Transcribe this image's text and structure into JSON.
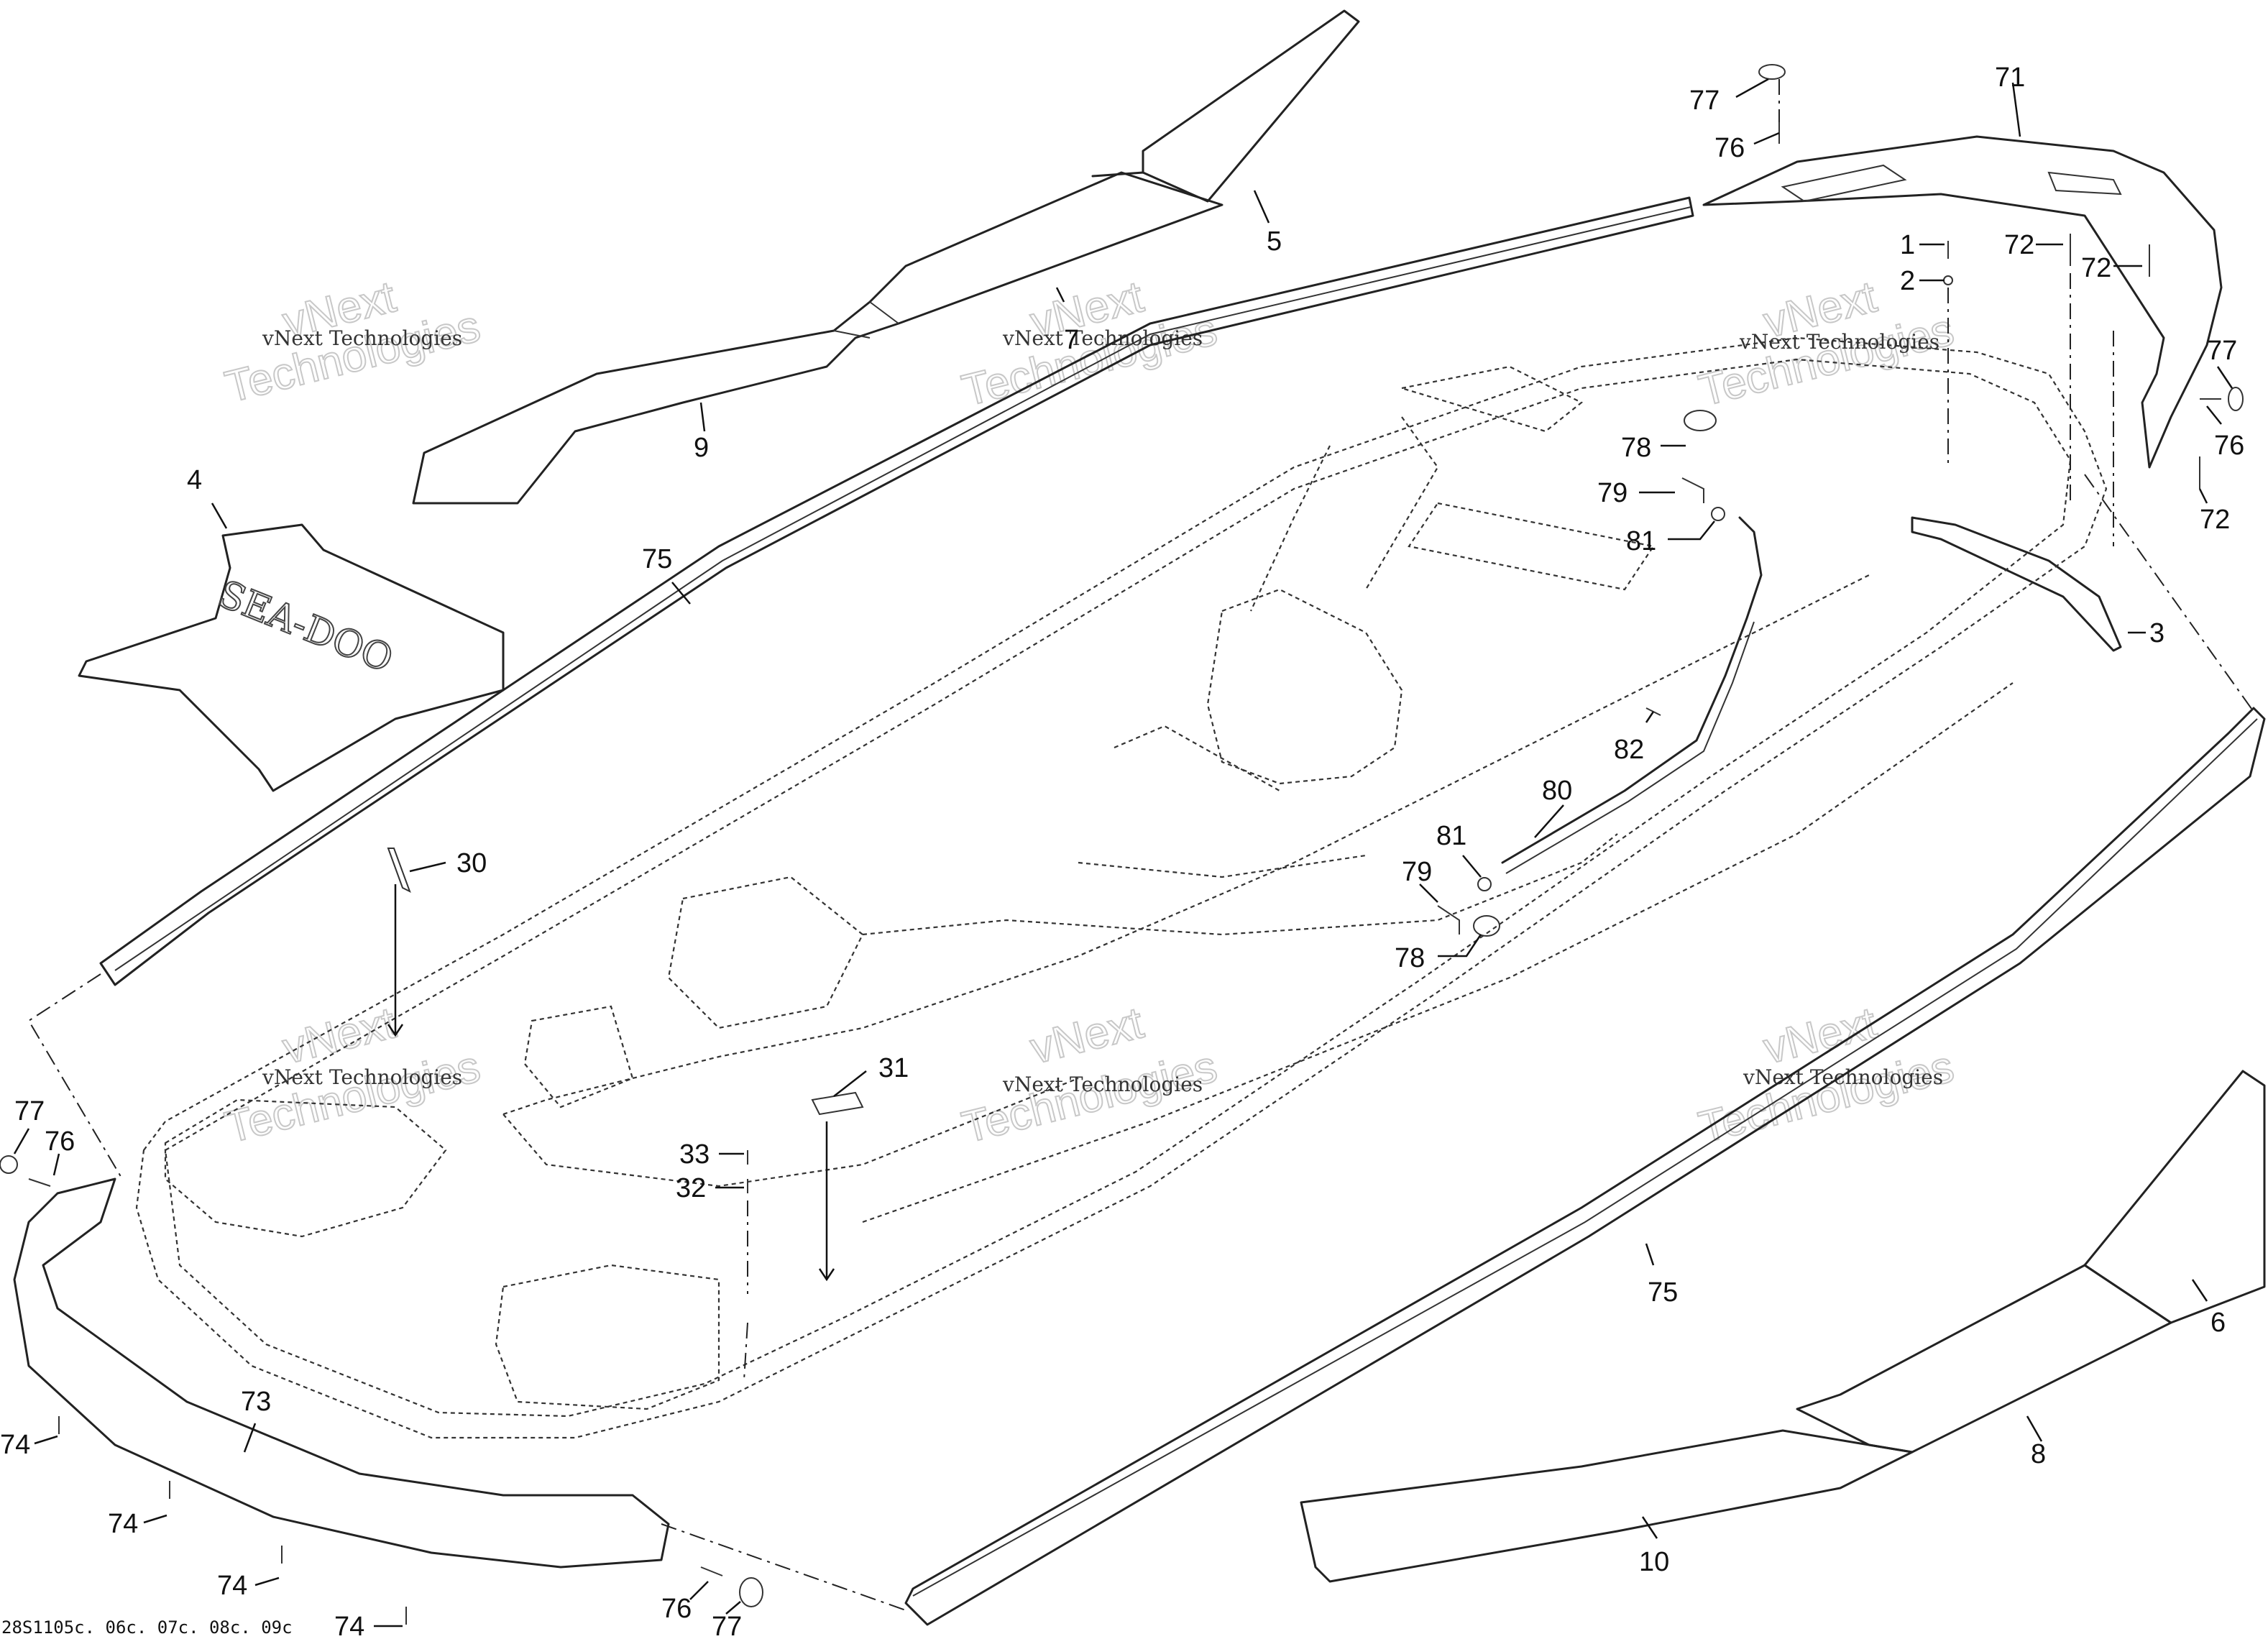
{
  "diagram": {
    "watermark": {
      "line1": "vNext Technologies",
      "big_line1": "vNext",
      "big_line2": "Technologies"
    },
    "logo_text": "SEA-DOO",
    "reference_code": "28S1105c. 06c. 07c. 08c. 09c",
    "labels": [
      {
        "id": "71",
        "text": "71"
      },
      {
        "id": "77a",
        "text": "77"
      },
      {
        "id": "76a",
        "text": "76"
      },
      {
        "id": "5",
        "text": "5"
      },
      {
        "id": "1",
        "text": "1"
      },
      {
        "id": "2",
        "text": "2"
      },
      {
        "id": "72a",
        "text": "72"
      },
      {
        "id": "72b",
        "text": "72"
      },
      {
        "id": "77b",
        "text": "77"
      },
      {
        "id": "76b",
        "text": "76"
      },
      {
        "id": "72c",
        "text": "72"
      },
      {
        "id": "7",
        "text": "7"
      },
      {
        "id": "9",
        "text": "9"
      },
      {
        "id": "4",
        "text": "4"
      },
      {
        "id": "75a",
        "text": "75"
      },
      {
        "id": "78a",
        "text": "78"
      },
      {
        "id": "79a",
        "text": "79"
      },
      {
        "id": "81a",
        "text": "81"
      },
      {
        "id": "3",
        "text": "3"
      },
      {
        "id": "82",
        "text": "82"
      },
      {
        "id": "80",
        "text": "80"
      },
      {
        "id": "81b",
        "text": "81"
      },
      {
        "id": "79b",
        "text": "79"
      },
      {
        "id": "78b",
        "text": "78"
      },
      {
        "id": "30",
        "text": "30"
      },
      {
        "id": "31",
        "text": "31"
      },
      {
        "id": "33",
        "text": "33"
      },
      {
        "id": "32",
        "text": "32"
      },
      {
        "id": "77c",
        "text": "77"
      },
      {
        "id": "76c",
        "text": "76"
      },
      {
        "id": "75b",
        "text": "75"
      },
      {
        "id": "6",
        "text": "6"
      },
      {
        "id": "73",
        "text": "73"
      },
      {
        "id": "74a",
        "text": "74"
      },
      {
        "id": "74b",
        "text": "74"
      },
      {
        "id": "74c",
        "text": "74"
      },
      {
        "id": "74d",
        "text": "74"
      },
      {
        "id": "8",
        "text": "8"
      },
      {
        "id": "10",
        "text": "10"
      },
      {
        "id": "76d",
        "text": "76"
      },
      {
        "id": "77d",
        "text": "77"
      }
    ]
  }
}
